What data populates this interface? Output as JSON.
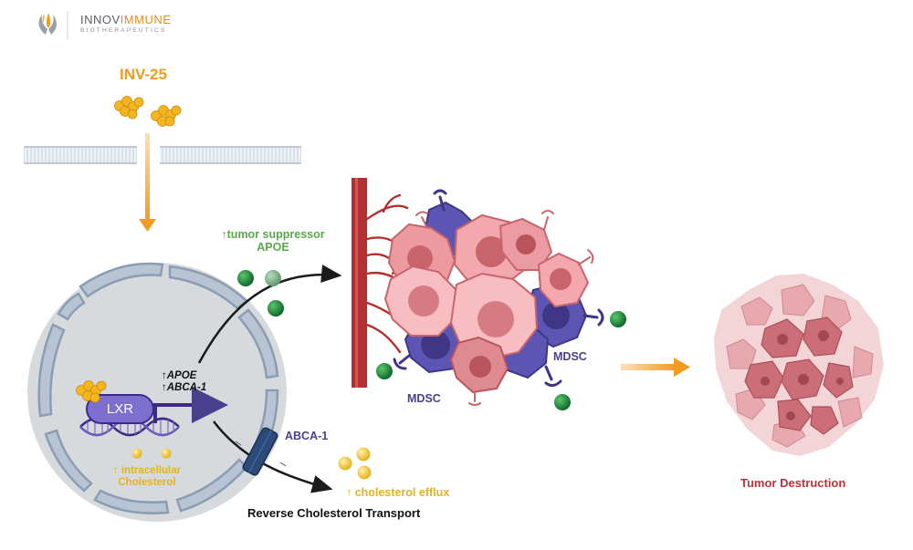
{
  "logo": {
    "name_part1": "INNOV",
    "name_part2": "IMMUNE",
    "subtitle": "BIOTHERAPEUTICS",
    "icon": "flame-hands-icon"
  },
  "drug": {
    "label": "INV-25"
  },
  "tumor_suppressor": {
    "line1": "↑tumor suppressor",
    "line2": "APOE"
  },
  "gene_labels": {
    "apoe": "↑APOE",
    "abca1": "↑ABCA-1"
  },
  "lxr_label": "LXR",
  "abca1_transporter_label": "ABCA-1",
  "intracellular": {
    "line1": "↑ intracellular",
    "line2": "Cholesterol"
  },
  "cholesterol_efflux": "↑ cholesterol efflux",
  "reverse_transport": "Reverse Cholesterol Transport",
  "mdsc_label_right": "MDSC",
  "mdsc_label_left": "MDSC",
  "tumor_destruction": "Tumor Destruction",
  "colors": {
    "orange": "#f39b1f",
    "green": "#59a84a",
    "purple": "#4a3f8c",
    "yellow": "#e6b21d",
    "red": "#c0303a"
  }
}
